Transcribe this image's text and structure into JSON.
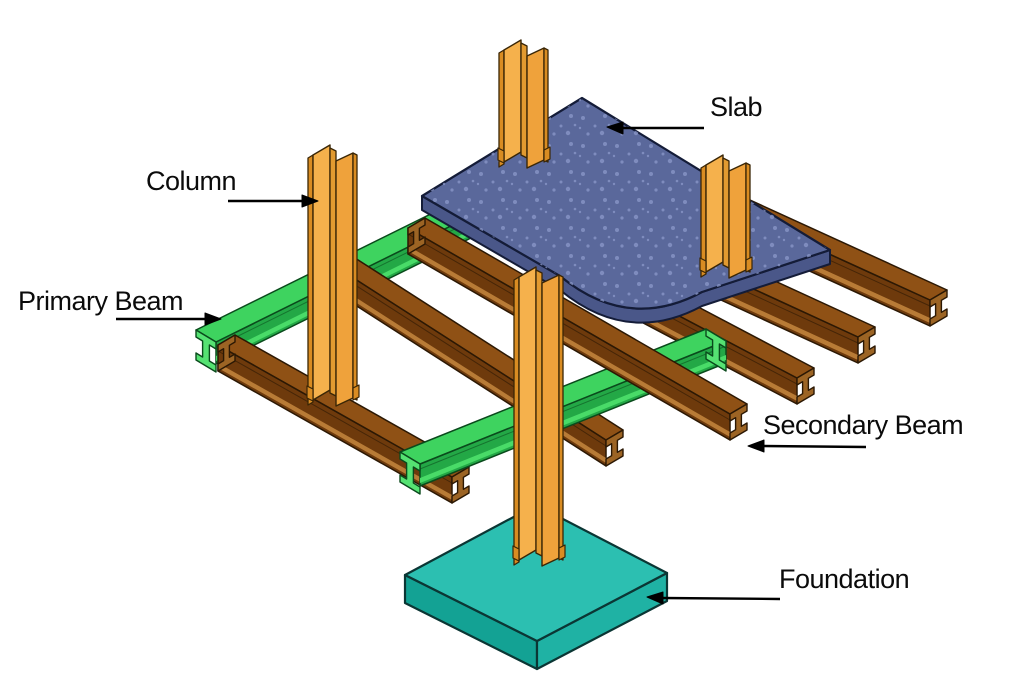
{
  "diagram": {
    "labels": {
      "slab": {
        "text": "Slab"
      },
      "column": {
        "text": "Column"
      },
      "primary_beam": {
        "text": "Primary Beam"
      },
      "secondary_beam": {
        "text": "Secondary Beam"
      },
      "foundation": {
        "text": "Foundation"
      }
    },
    "colors": {
      "background": "#FFFFFF",
      "slab_top": "#5A689B",
      "slab_side": "#4A5789",
      "slab_speckle": "#8A98C9",
      "slab_outline": "#141C38",
      "column_face": "#F5B14C",
      "column_web": "#E29A30",
      "column_face2": "#EFA23B",
      "column_wing": "#D98C22",
      "column_outline": "#3A2606",
      "green_top": "#3ED35F",
      "green_side": "#23A846",
      "green_light": "#49DB68",
      "green_cap": "#55E272",
      "green_outline": "#0A4A1C",
      "brown_top": "#8F5115",
      "brown_side": "#6E3A0C",
      "brown_light": "#B87B36",
      "brown_cap": "#9C6424",
      "brown_outline": "#2B1804",
      "foundation_top": "#2CBFB1",
      "foundation_left": "#13A294",
      "foundation_right": "#1FB2A4",
      "foundation_outline": "#0B3634",
      "arrow": "#000000",
      "text": "#0B0B0B"
    }
  }
}
